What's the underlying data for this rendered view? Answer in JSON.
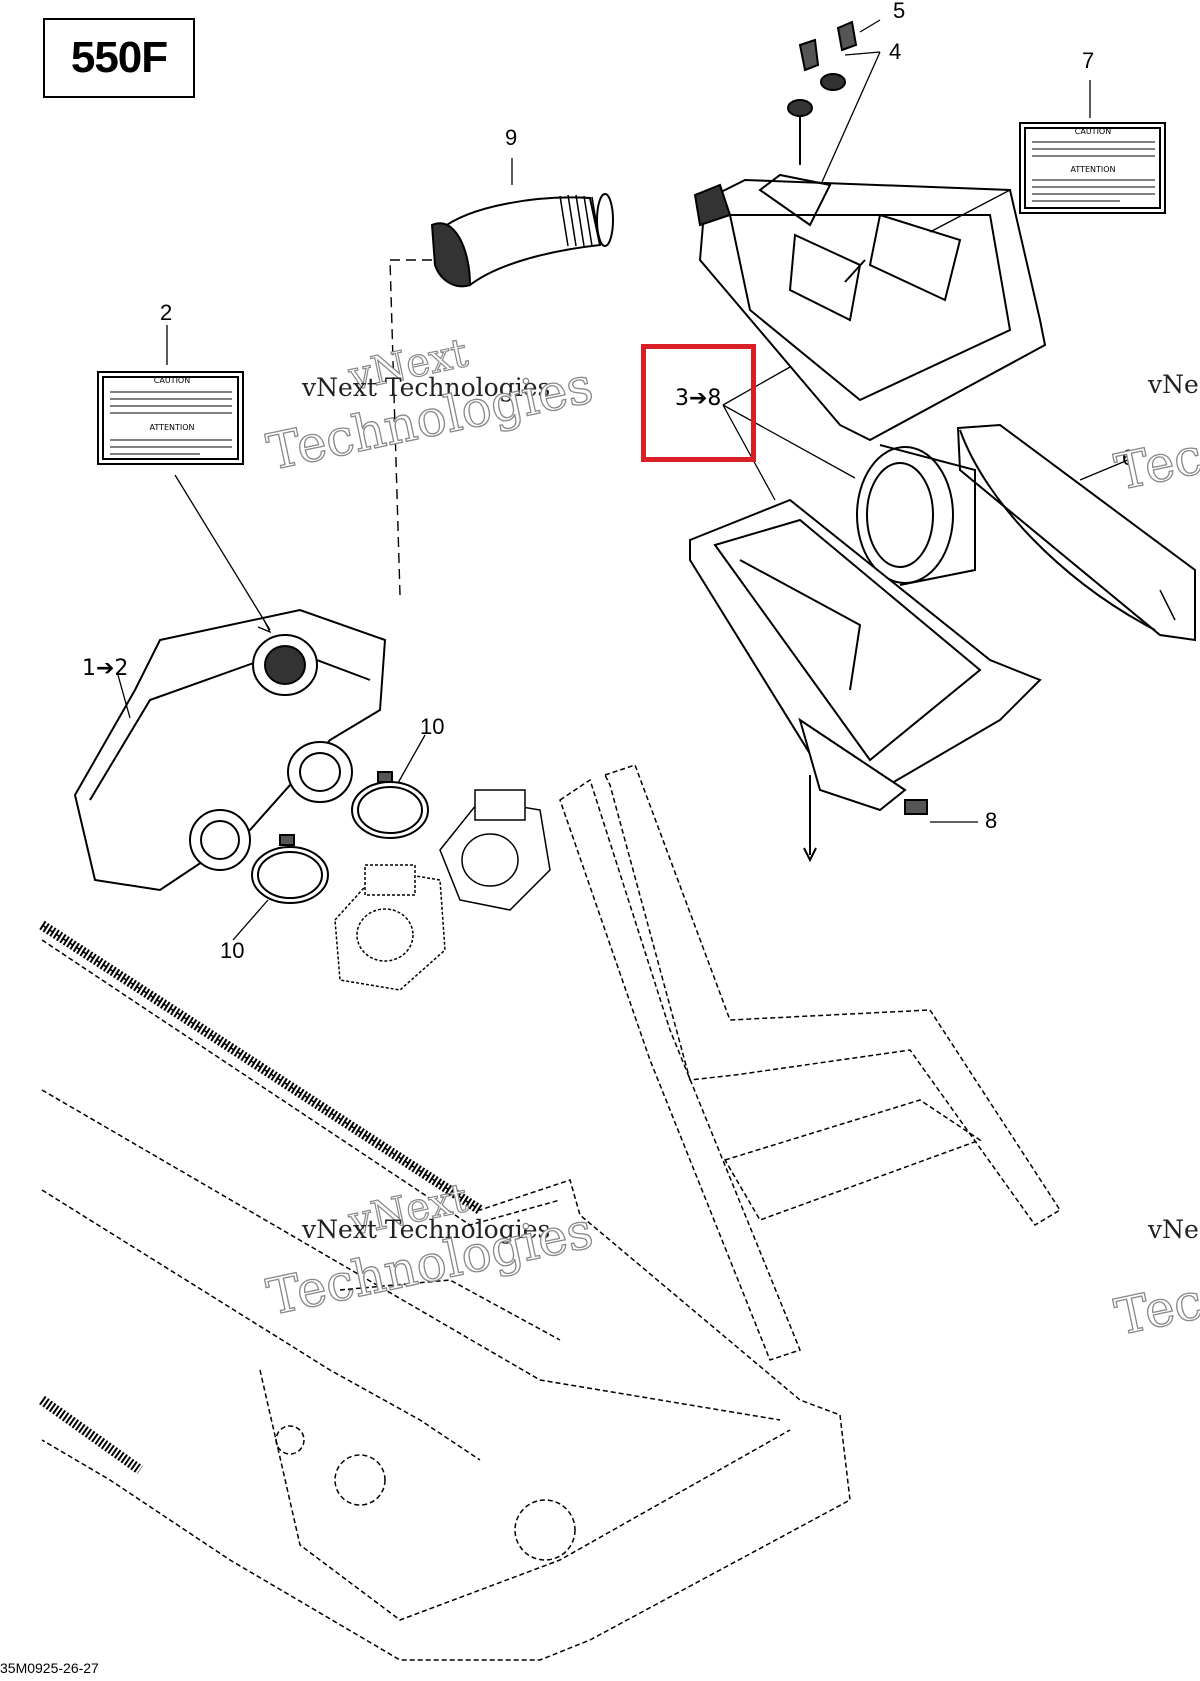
{
  "model": "550F",
  "callouts": {
    "c1": "1➔2",
    "c2": "2",
    "c3": "3➔8",
    "c4": "4",
    "c5": "5",
    "c6": "6",
    "c7": "7",
    "c8": "8",
    "c9": "9",
    "c10a": "10",
    "c10b": "10"
  },
  "watermark": {
    "line": "vNext Technologies",
    "brand": "vNext",
    "word": "Technologies",
    "partial_brand": "vNe",
    "partial_word": "Tec"
  },
  "labels": {
    "caution": "CAUTION",
    "attention": "ATTENTION"
  },
  "drawing_code": "35M0925-26-27",
  "colors": {
    "highlight": "#d81f26",
    "line": "#000000"
  }
}
